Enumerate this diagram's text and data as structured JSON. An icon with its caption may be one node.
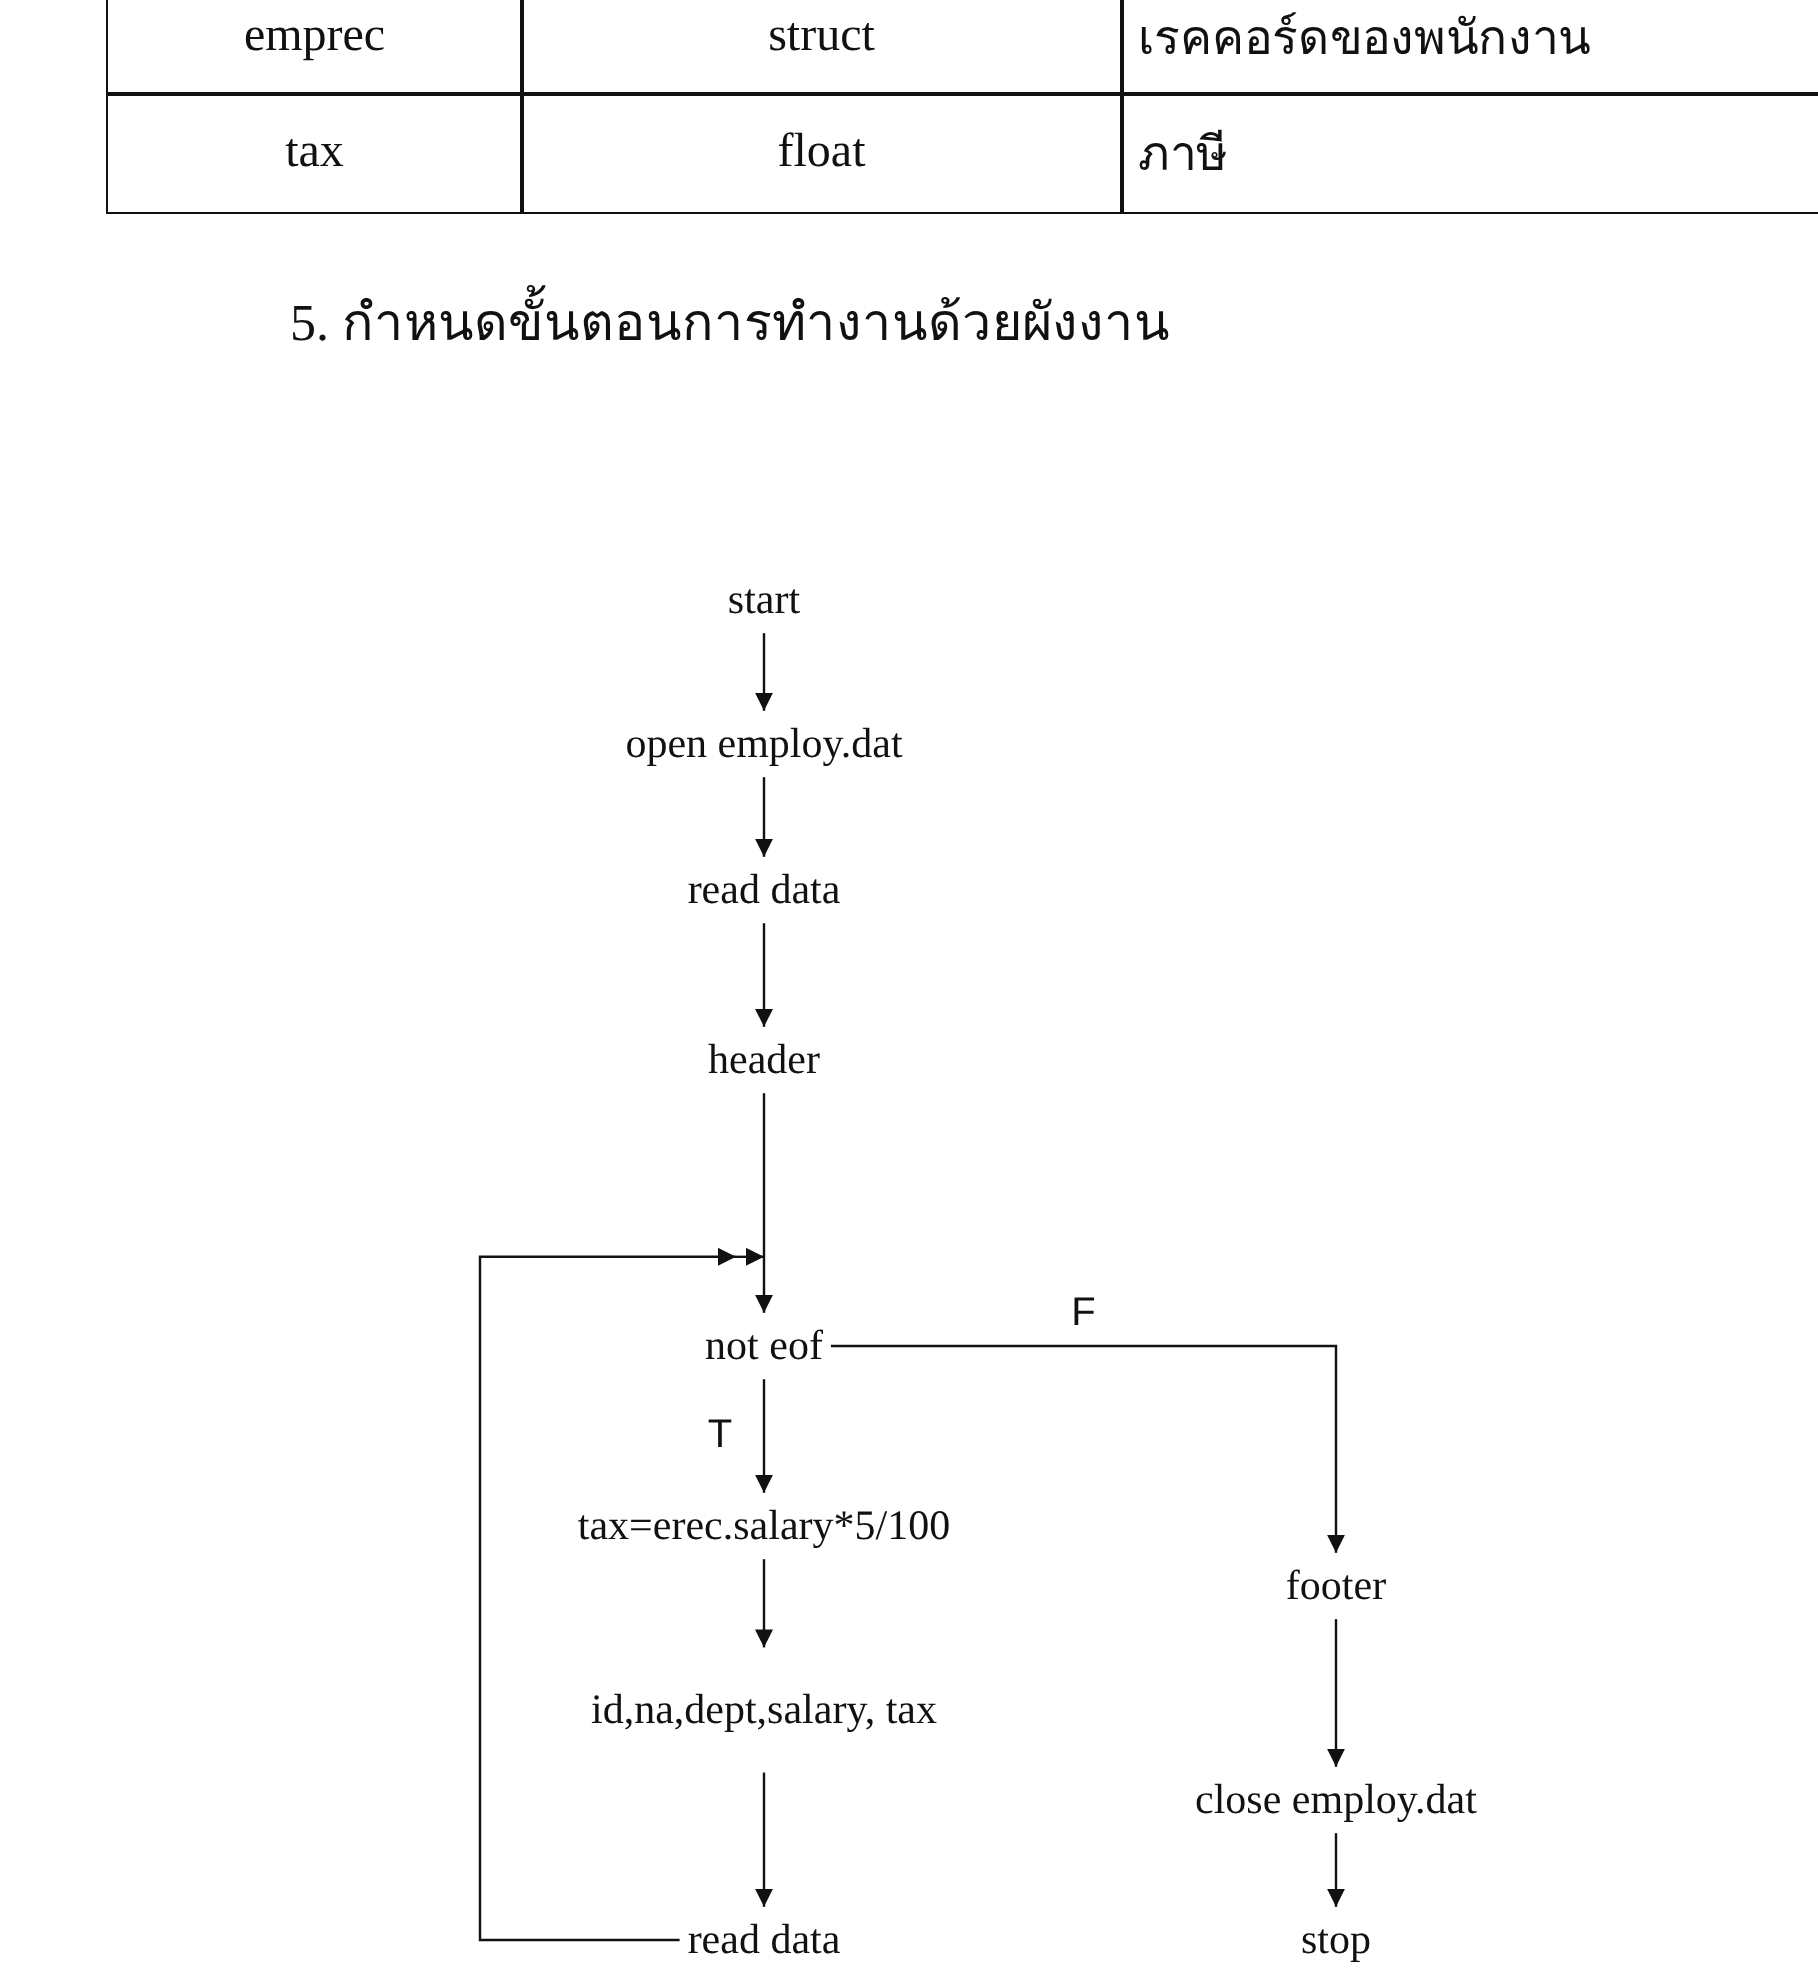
{
  "diagram": {
    "title": "5. กำหนดขั้นตอนการทำงานด้วยผังงาน",
    "nodes": [
      {
        "text": [
          "start"
        ]
      },
      {
        "text": [
          "open employ.dat"
        ]
      },
      {
        "text": [
          "read data"
        ]
      },
      {
        "text": [
          "header"
        ]
      },
      {
        "text": [
          "not eof"
        ]
      },
      {
        "text": [
          "tax=erec.salary*5/100"
        ]
      },
      {
        "text": [
          "id,na,dept,salary, tax"
        ]
      },
      {
        "text": [
          "read data"
        ]
      },
      {
        "text": [
          "footer"
        ]
      },
      {
        "text": [
          "close employ.dat"
        ]
      },
      {
        "text": [
          "stop"
        ]
      }
    ],
    "edges": [
      {
        "from": 0,
        "to": 1,
        "arrow": "to"
      },
      {
        "from": 1,
        "to": 2,
        "arrow": "to"
      },
      {
        "from": 2,
        "to": 3,
        "arrow": "to"
      },
      {
        "from": 3,
        "to": 4,
        "arrow": "to"
      },
      {
        "from": 4,
        "to": 5,
        "arrow": "to",
        "label": "T"
      },
      {
        "from": 5,
        "to": 6,
        "arrow": "to"
      },
      {
        "from": 6,
        "to": 7,
        "arrow": "to"
      },
      {
        "from": 7,
        "to": 4,
        "arrow": "to"
      },
      {
        "from": 4,
        "to": 8,
        "arrow": "to",
        "label": "F"
      },
      {
        "from": 8,
        "to": 9,
        "arrow": "to"
      },
      {
        "from": 9,
        "to": 10,
        "arrow": "to"
      }
    ],
    "labels": [
      "emprec",
      "struct",
      "เรคคอร์ดของพนักงาน",
      "tax",
      "float",
      "ภาษี"
    ]
  }
}
